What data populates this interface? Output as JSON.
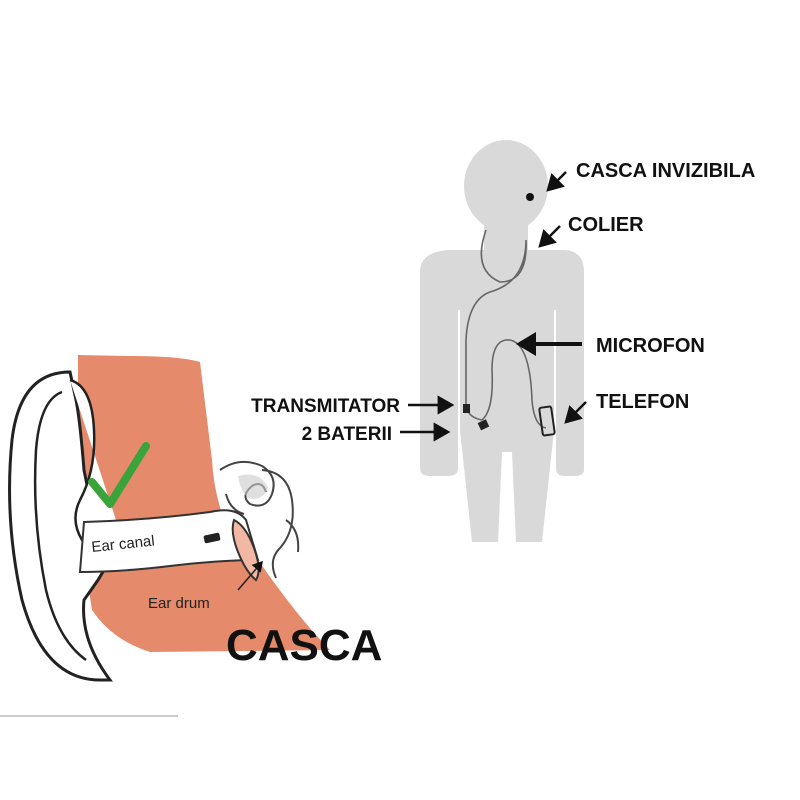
{
  "figure": {
    "caption": "CASCA",
    "colors": {
      "silhouette": "#d9d9d9",
      "skin": "#e58a6a",
      "check": "#3aa33a",
      "text": "#111111"
    },
    "body_labels": {
      "earpiece": "CASCA INVIZIBILA",
      "necklace": "COLIER",
      "microphone": "MICROFON",
      "transmitter": "TRANSMITATOR",
      "batteries": "2 BATERII",
      "phone": "TELEFON"
    },
    "ear_labels": {
      "canal": "Ear canal",
      "drum": "Ear drum"
    },
    "icons": [
      "check-icon",
      "arrow-icon"
    ]
  }
}
